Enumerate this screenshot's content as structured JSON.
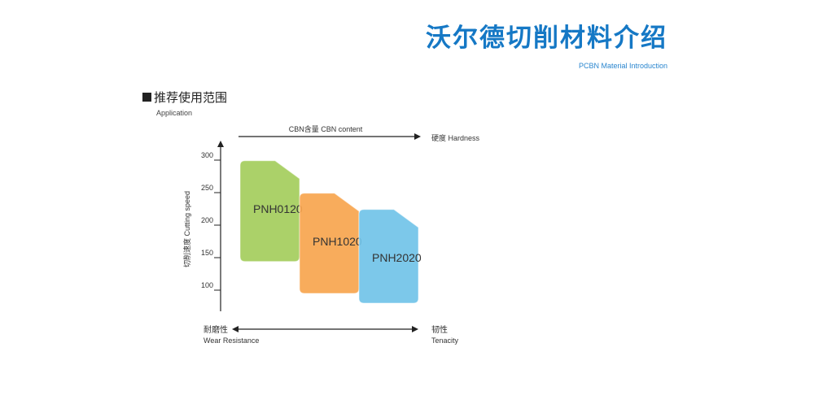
{
  "header": {
    "title": "沃尔德切削材料介绍",
    "subtitle": "PCBN Material Introduction"
  },
  "section": {
    "heading": "推荐使用范围",
    "subheading": "Application"
  },
  "chart_data": {
    "type": "area",
    "title": "",
    "ylabel": "切削速度  Cutting speed",
    "ylim": [
      75,
      340
    ],
    "yticks": [
      300,
      250,
      200,
      150,
      100
    ],
    "top_axis": {
      "label": "CBN含量  CBN content",
      "end_label": "硬度  Hardness"
    },
    "bottom_axis": {
      "left_label": "耐磨性",
      "left_label_en": "Wear Resistance",
      "right_label": "韧性",
      "right_label_en": "Tenacity"
    },
    "grades": [
      {
        "name": "PNH0120",
        "color": "#a4cd5c",
        "x_range": [
          0.0,
          0.25
        ],
        "y_range": [
          144,
          299
        ]
      },
      {
        "name": "PNH1020",
        "color": "#f7a54e",
        "x_range": [
          0.25,
          0.5
        ],
        "y_range": [
          95,
          249
        ]
      },
      {
        "name": "PNH2020",
        "color": "#71c3e8",
        "x_range": [
          0.5,
          0.75
        ],
        "y_range": [
          80,
          224
        ]
      }
    ]
  }
}
